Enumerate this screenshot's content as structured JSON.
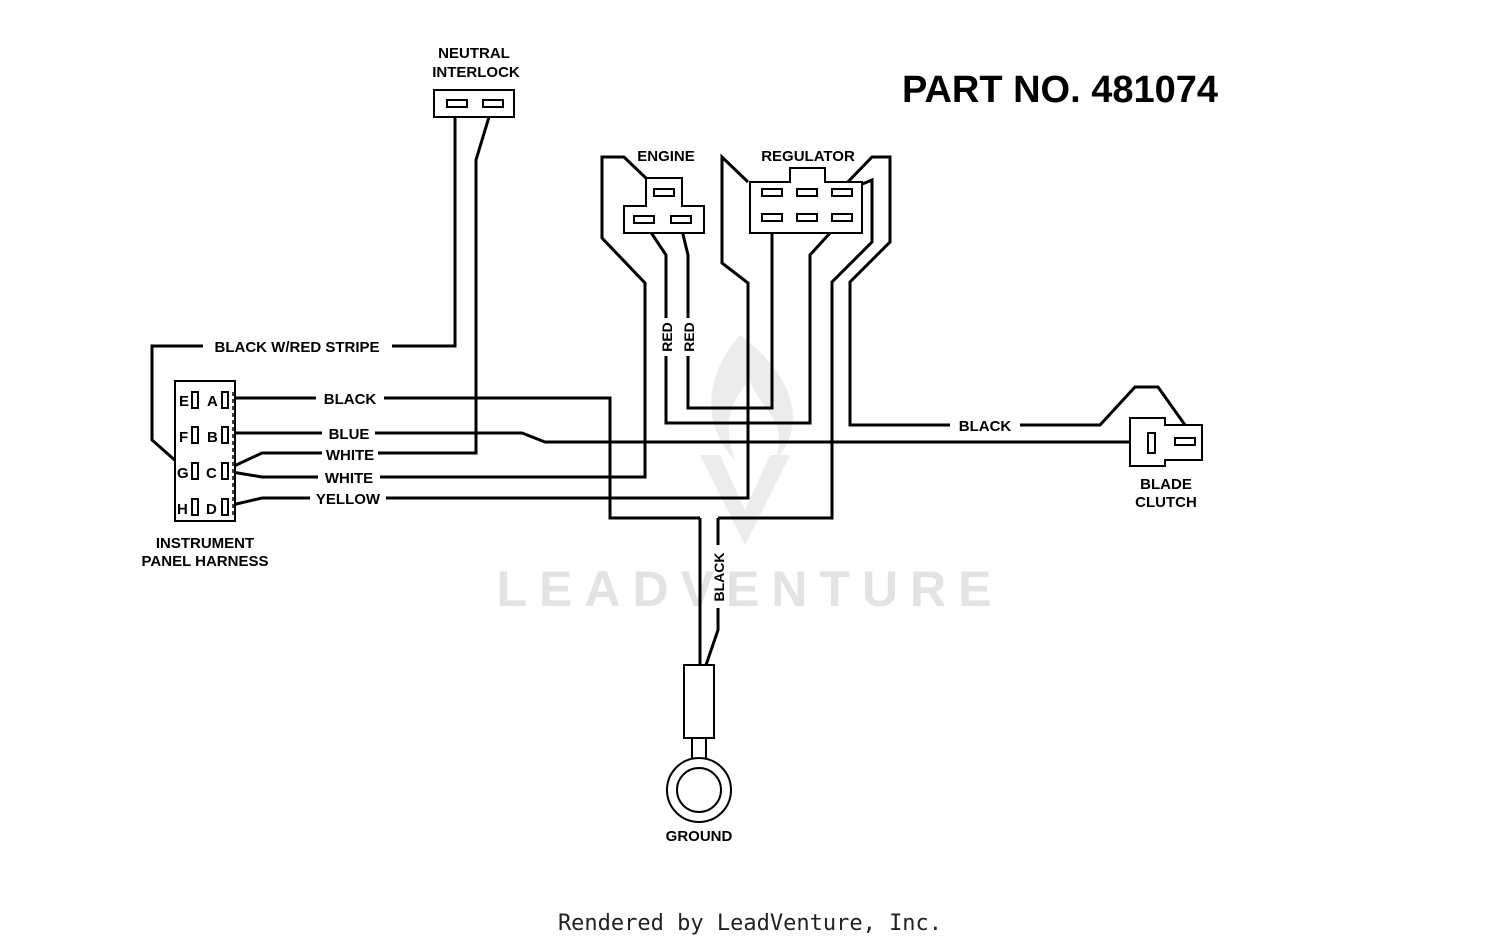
{
  "title": "PART NO. 481074",
  "components": {
    "neutral_interlock": [
      "NEUTRAL",
      "INTERLOCK"
    ],
    "engine": "ENGINE",
    "regulator": "REGULATOR",
    "instrument_panel_harness": [
      "INSTRUMENT",
      "PANEL HARNESS"
    ],
    "blade_clutch": [
      "BLADE",
      "CLUTCH"
    ],
    "ground": "GROUND"
  },
  "harness_pins": {
    "left": [
      "E",
      "F",
      "G",
      "H"
    ],
    "right": [
      "A",
      "B",
      "C",
      "D"
    ]
  },
  "wires": {
    "black_red_stripe": "BLACK W/RED STRIPE",
    "a_black": "BLACK",
    "b_blue": "BLUE",
    "c_white_1": "WHITE",
    "c_white_2": "WHITE",
    "d_yellow": "YELLOW",
    "engine_red_1": "RED",
    "engine_red_2": "RED",
    "clutch_black": "BLACK",
    "ground_black": "BLACK"
  },
  "watermark": "LEADVENTURE",
  "footer": "Rendered by LeadVenture, Inc."
}
